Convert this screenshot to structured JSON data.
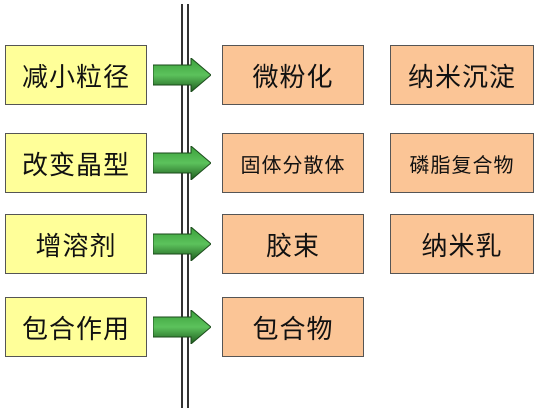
{
  "methods": [
    {
      "label": "减小粒径",
      "results": [
        "微粉化",
        "纳米沉淀"
      ]
    },
    {
      "label": "改变晶型",
      "results": [
        "固体分散体",
        "磷脂复合物"
      ]
    },
    {
      "label": "增溶剂",
      "results": [
        "胶束",
        "纳米乳"
      ]
    },
    {
      "label": "包合作用",
      "results": [
        "包合物"
      ]
    }
  ],
  "colors": {
    "method_fill": "#ffff99",
    "result_fill": "#fbc596",
    "arrow_dark": "#1e5c1e",
    "arrow_light": "#3aa03a"
  }
}
